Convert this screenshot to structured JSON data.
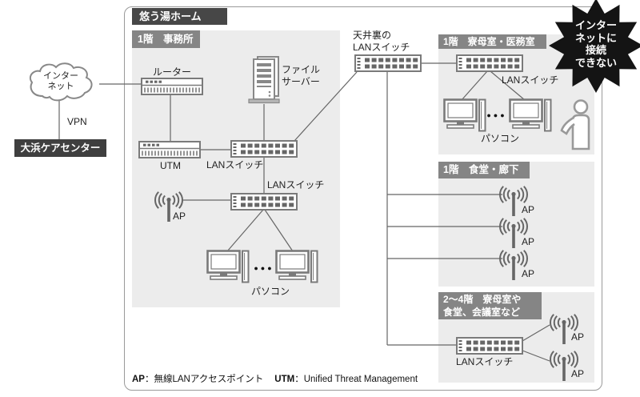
{
  "internet": {
    "line1": "インター",
    "line2": "ネット"
  },
  "vpn": "VPN",
  "care_center": "大浜ケアセンター",
  "home": {
    "title": "悠う湯ホーム",
    "office": {
      "header": "1階　事務所",
      "router": "ルーター",
      "file_server_line1": "ファイル",
      "file_server_line2": "サーバー",
      "utm": "UTM",
      "switch1": "LANスイッチ",
      "switch2": "LANスイッチ",
      "ap": "AP",
      "pc": "パソコン",
      "more": "●●●"
    },
    "ceiling": {
      "line1": "天井裏の",
      "line2": "LANスイッチ"
    },
    "dorm": {
      "header": "1階　寮母室・医務室",
      "switch": "LANスイッチ",
      "pc": "パソコン",
      "more": "●●●"
    },
    "dining": {
      "header": "1階　食堂・廊下",
      "aps": [
        "AP",
        "AP",
        "AP"
      ]
    },
    "upper": {
      "header_line1": "2〜4階　寮母室や",
      "header_line2": "食堂、会議室など",
      "switch": "LANスイッチ",
      "aps": [
        "AP",
        "AP"
      ]
    }
  },
  "alert": {
    "lines": [
      "インター",
      "ネットに",
      "接続",
      "できない"
    ]
  },
  "legend": {
    "ap_term": "AP",
    "ap_desc": "：無線LANアクセスポイント",
    "utm_term": "UTM",
    "utm_desc": "：Unified Threat Management"
  },
  "colors": {
    "section_bg": "#ececec",
    "header_bg": "#858585",
    "dark_bg": "#474747",
    "line": "#666666",
    "alert_bg": "#141414"
  }
}
